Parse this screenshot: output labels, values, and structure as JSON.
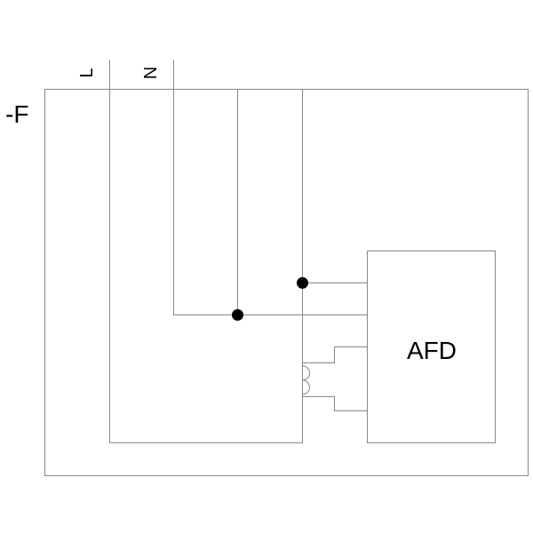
{
  "device_label": "-F",
  "terminals": {
    "line": "L",
    "neutral": "N"
  },
  "module": {
    "label": "AFD"
  },
  "colors": {
    "wire": "#888888",
    "junction": "#000000",
    "text": "#000000",
    "background": "#ffffff"
  }
}
